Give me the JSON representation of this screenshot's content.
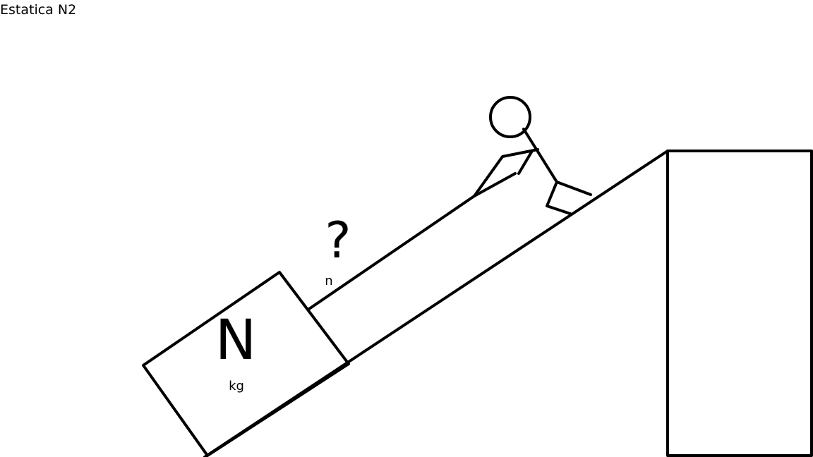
{
  "title": "Estatica N2",
  "block": {
    "mass_symbol": "N",
    "mass_unit": "kg"
  },
  "rope": {
    "tension_symbol": "?",
    "tension_unit": "n"
  },
  "colors": {
    "background": "#ffffff",
    "ink": "#000000"
  }
}
